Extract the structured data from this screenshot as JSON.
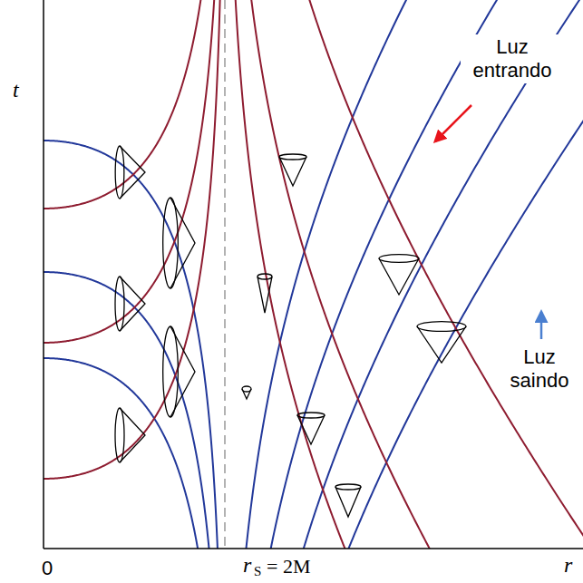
{
  "diagram": {
    "labels": [
      "t",
      "Luz entrando",
      "Luz saindo",
      "0",
      "r",
      "S",
      "= 2M",
      "r"
    ]
  }
}
